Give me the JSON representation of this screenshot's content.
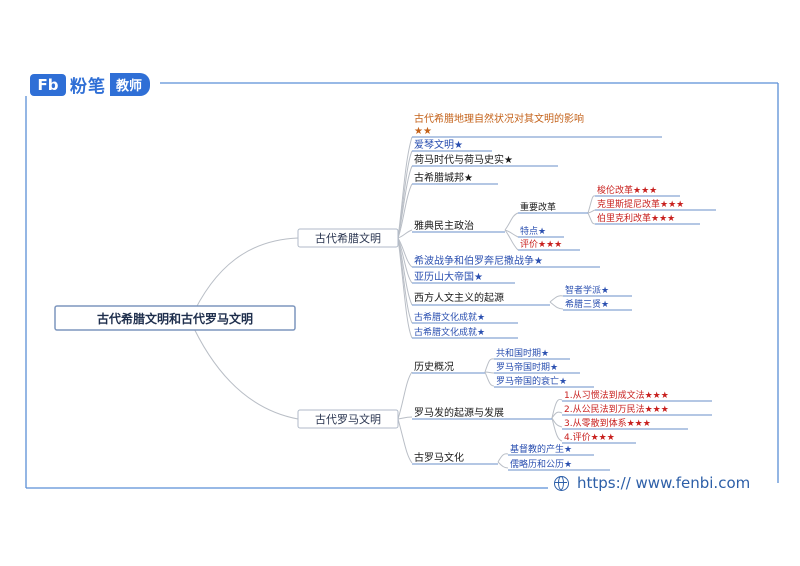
{
  "brand": {
    "mark": "Fb",
    "name": "粉笔",
    "tag": "教师"
  },
  "footer": {
    "url": "https:// www.fenbi.com"
  },
  "root": "古代希腊文明和古代罗马文明",
  "greece": {
    "label": "古代希腊文明",
    "geography": "古代希腊地理自然状况对其文明的影响",
    "geography_stars": "★★",
    "aegean": "爱琴文明★",
    "homer": "荷马时代与荷马史实★",
    "city_states": "古希腊城邦★",
    "democracy": "雅典民主政治",
    "reforms": "重要改革",
    "solon": "梭伦改革★★★",
    "cleisthenes": "克里斯提尼改革★★★",
    "pericles": "伯里克利改革★★★",
    "features": "特点★",
    "evaluation": "评价★★★",
    "wars": "希波战争和伯罗奔尼撒战争★",
    "alexander": "亚历山大帝国★",
    "humanism": "西方人文主义的起源",
    "sophists": "智者学派★",
    "three_sages": "希腊三贤★",
    "culture1": "古希腊文化成就★",
    "culture2": "古希腊文化成就★"
  },
  "rome": {
    "label": "古代罗马文明",
    "history": "历史概况",
    "republic": "共和国时期★",
    "empire": "罗马帝国时期★",
    "decline": "罗马帝国的衰亡★",
    "law": "罗马发的起源与发展",
    "law1": "1.从习惯法到成文法★★★",
    "law2": "2.从公民法到万民法★★★",
    "law3": "3.从零散到体系★★★",
    "law4": "4.评价★★★",
    "culture": "古罗马文化",
    "christianity": "基督教的产生★",
    "calendar": "儒略历和公历★"
  }
}
